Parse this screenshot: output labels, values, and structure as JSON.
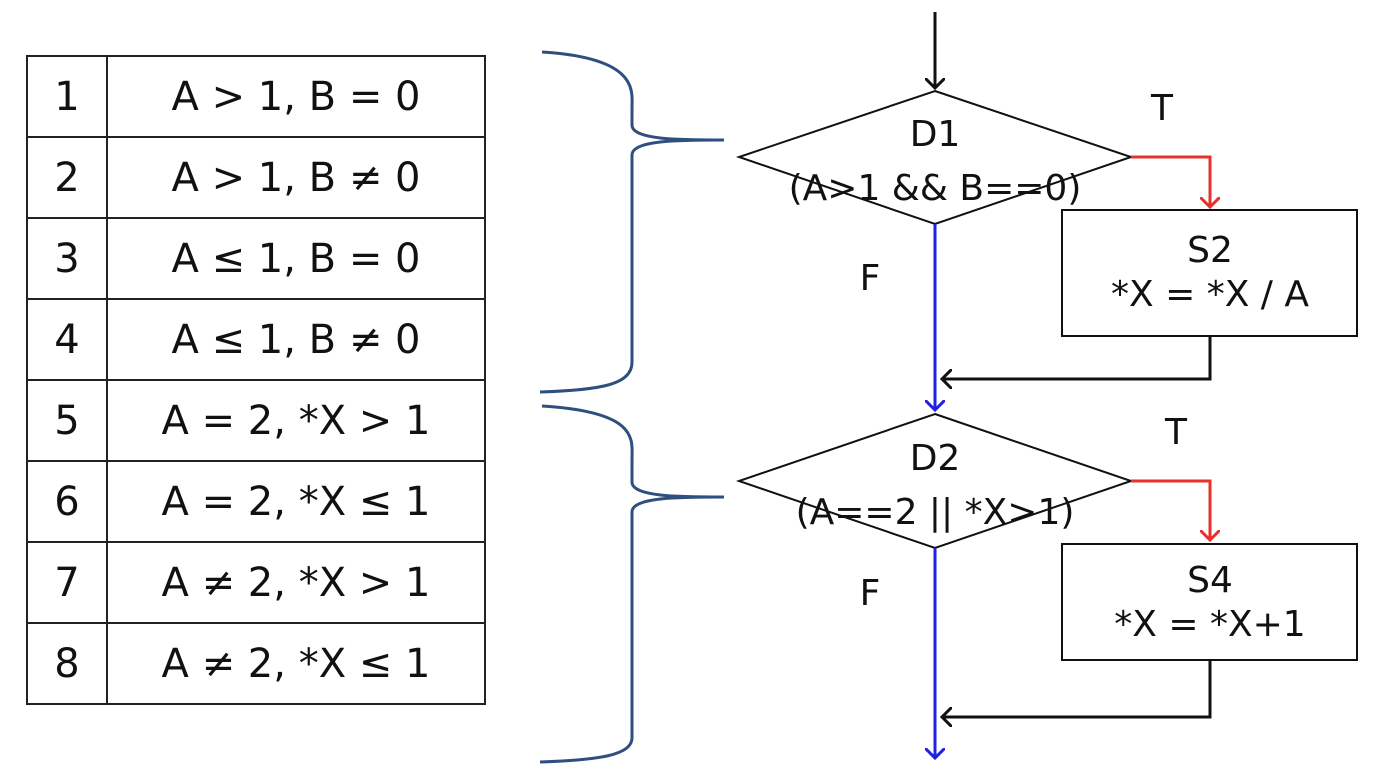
{
  "table": {
    "rows": [
      {
        "num": "1",
        "cond": "A > 1, B = 0"
      },
      {
        "num": "2",
        "cond": "A > 1, B ≠ 0"
      },
      {
        "num": "3",
        "cond": "A ≤ 1, B = 0"
      },
      {
        "num": "4",
        "cond": "A ≤ 1, B ≠ 0"
      },
      {
        "num": "5",
        "cond": "A = 2, *X > 1"
      },
      {
        "num": "6",
        "cond": "A = 2, *X ≤ 1"
      },
      {
        "num": "7",
        "cond": "A ≠ 2, *X > 1"
      },
      {
        "num": "8",
        "cond": "A ≠ 2, *X ≤ 1"
      }
    ]
  },
  "flow": {
    "d1": {
      "name": "D1",
      "expr": "(A>1 && B==0)"
    },
    "s2": {
      "name": "S2",
      "stmt": "*X = *X / A"
    },
    "d2": {
      "name": "D2",
      "expr": "(A==2 || *X>1)"
    },
    "s4": {
      "name": "S4",
      "stmt": "*X = *X+1"
    },
    "true_label": "T",
    "false_label": "F"
  },
  "colors": {
    "line": "#111111",
    "true_edge": "#e8312a",
    "false_edge": "#1f1fe6",
    "brace": "#2f4f7f"
  }
}
